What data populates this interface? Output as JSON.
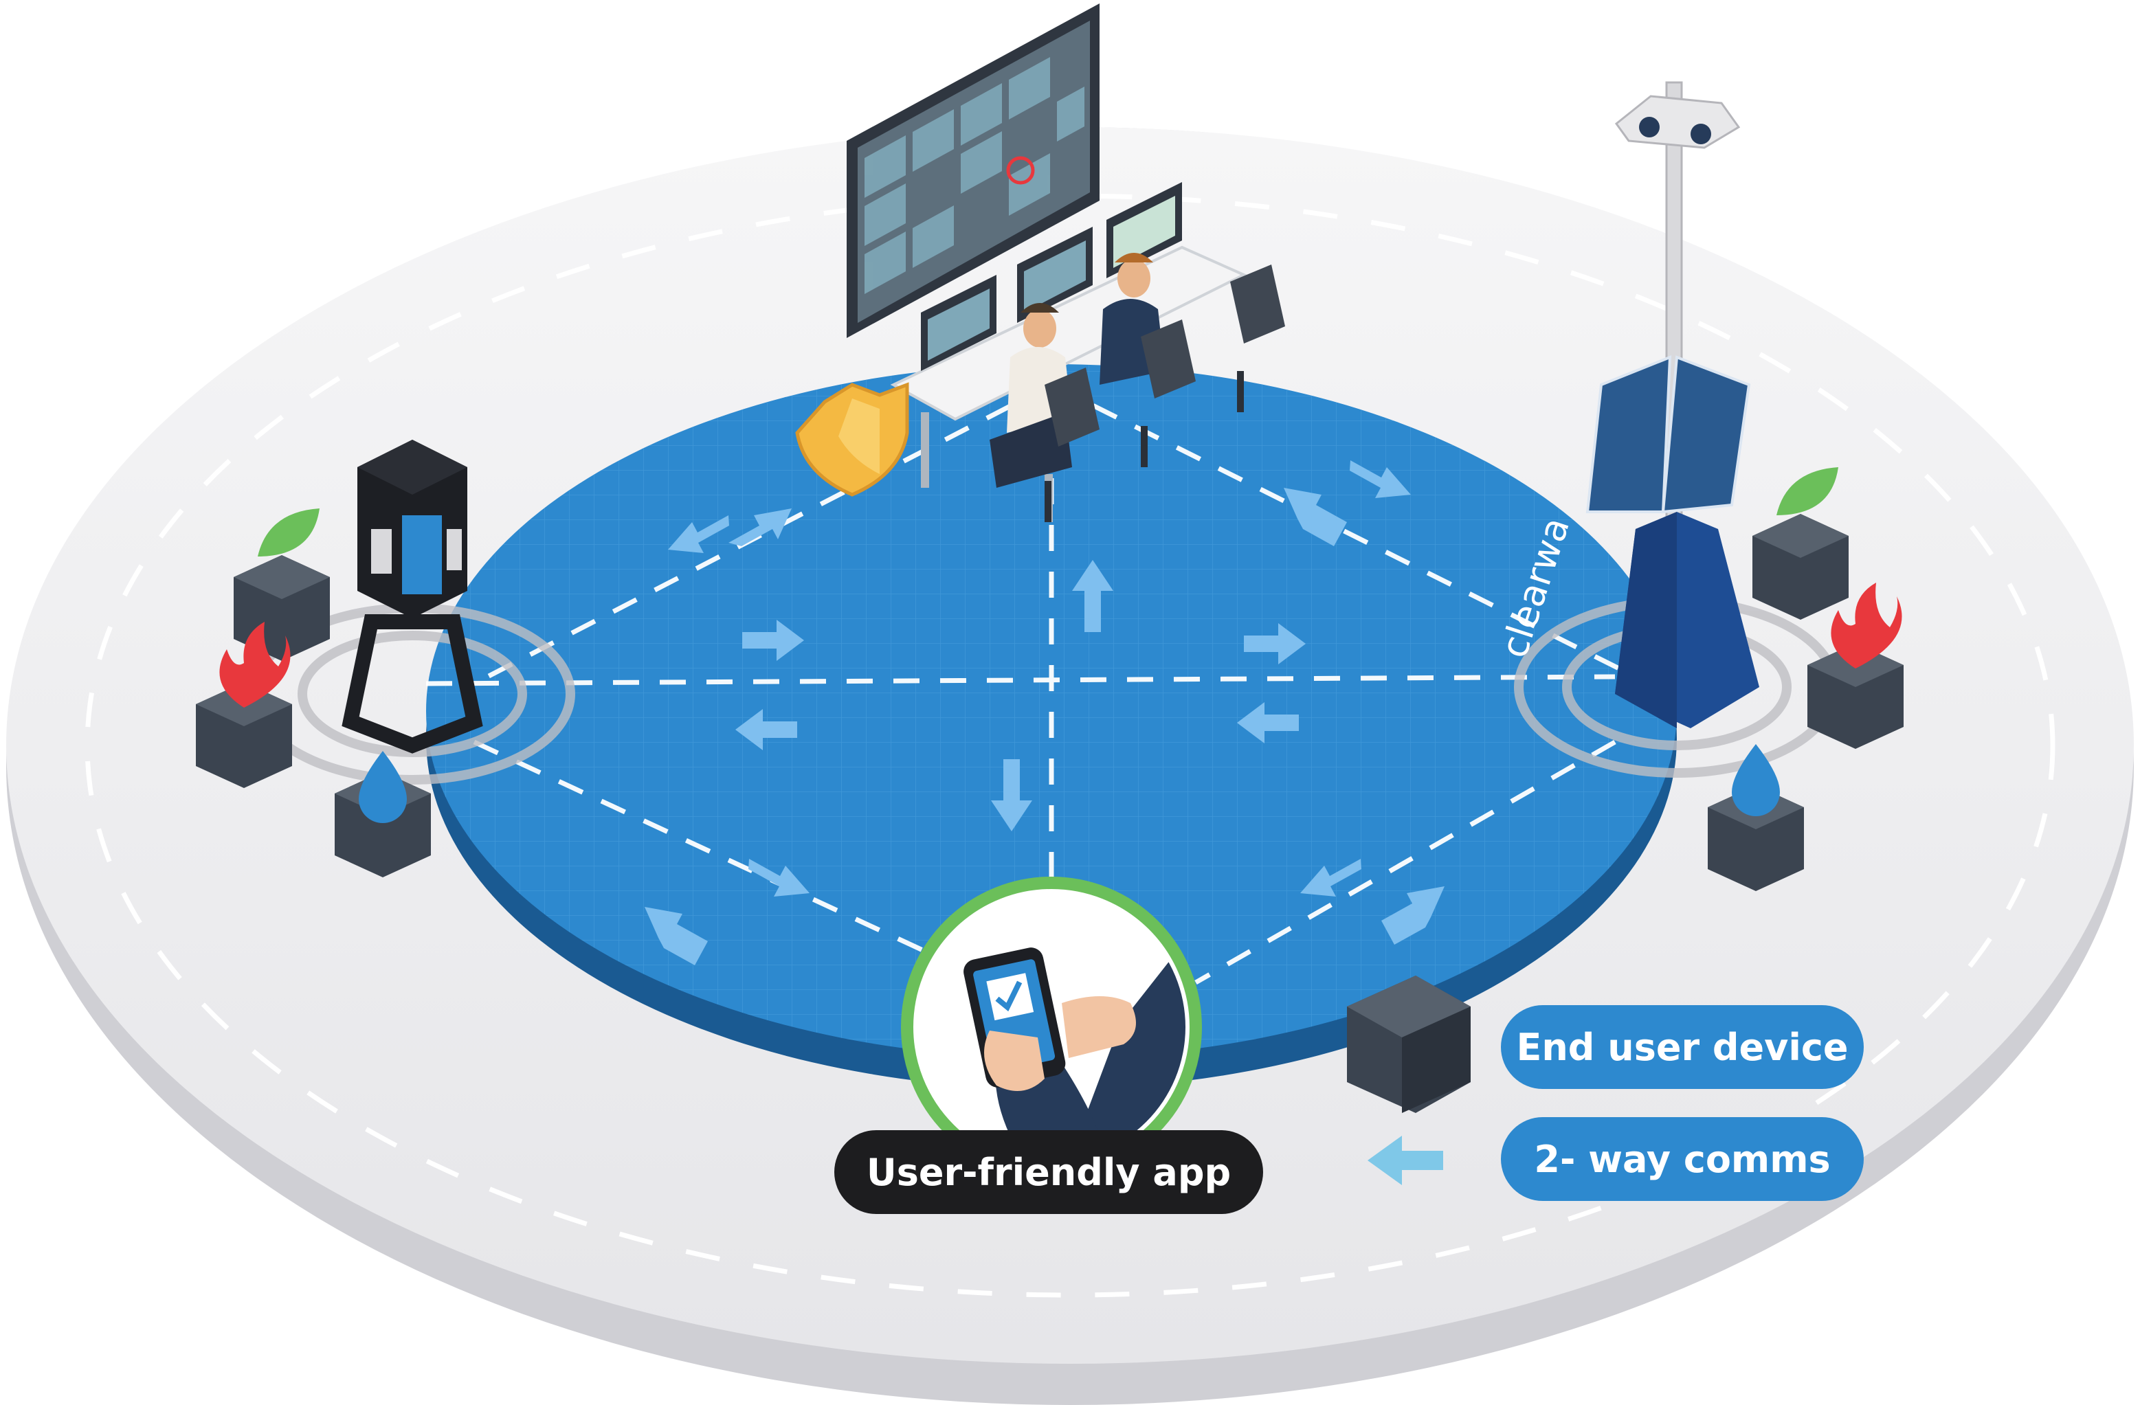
{
  "labels": {
    "app": "User-friendly app",
    "end_user_device": "End user device",
    "two_way_comms": "2- way comms"
  },
  "brand": {
    "name": "clearwa"
  },
  "colors": {
    "platform_outer": "#eeeef0",
    "platform_rim": "#c9c9ce",
    "network_disc": "#2d89cf",
    "network_edge": "#1b5f98",
    "accent_green": "#6bbf5a",
    "shield_gold": "#f4b942",
    "fire_red": "#e8383d",
    "water_blue": "#2d89cf",
    "node_dark": "#3b4450",
    "pill_dark": "#1d1d1f",
    "pill_blue": "#2d89cf"
  },
  "icons": [
    "leaf-icon",
    "fire-icon",
    "water-drop-icon",
    "shield-icon",
    "check-icon",
    "arrow-icon"
  ]
}
